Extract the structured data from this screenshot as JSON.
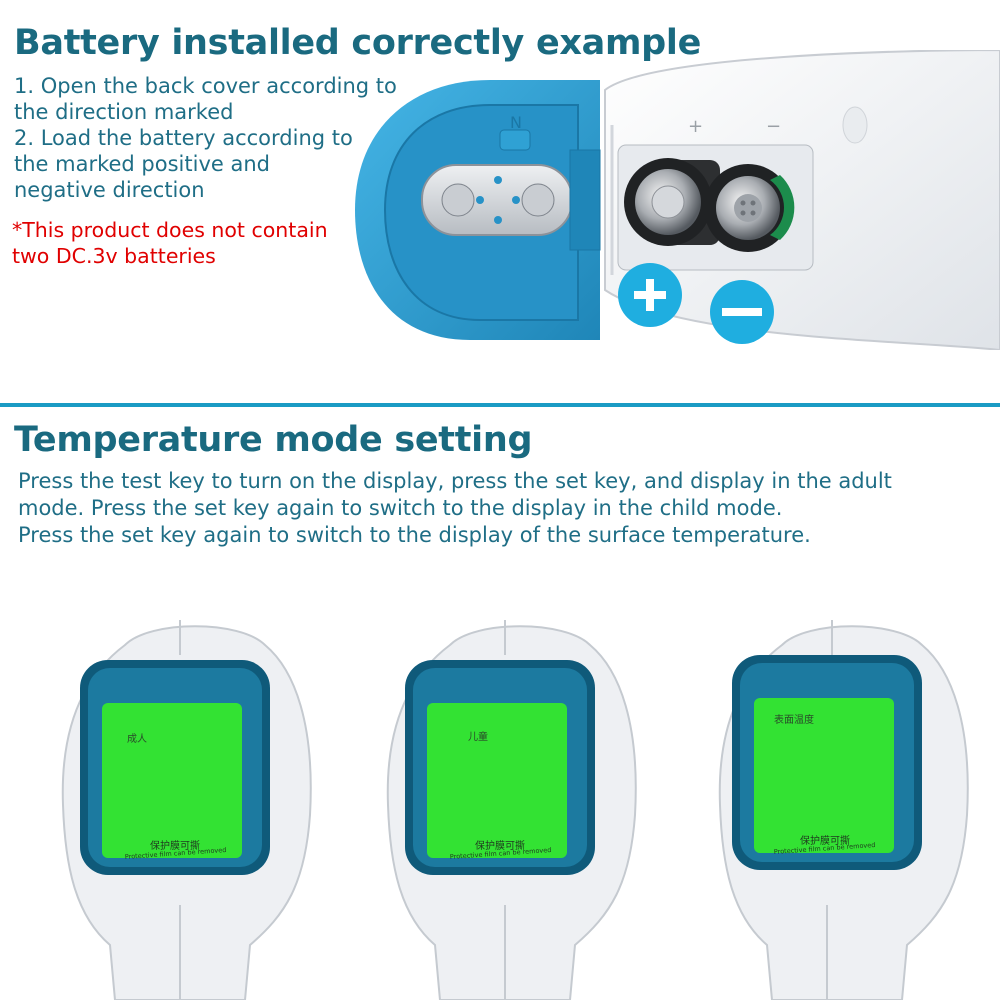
{
  "battery_section": {
    "title": "Battery installed correctly example",
    "steps": [
      "1. Open the back cover according to",
      "the direction marked",
      "2. Load the battery according to",
      "the marked positive and",
      "negative direction"
    ],
    "notice_lines": [
      "*This product does not contain",
      "two DC.3v batteries"
    ],
    "plus_symbol": "+",
    "minus_symbol": "−",
    "cover_marking": "N",
    "compartment_plus": "+",
    "compartment_minus": "−"
  },
  "mode_section": {
    "title": "Temperature mode setting",
    "lines": [
      "Press the test key to turn on the display, press the set key, and display in the adult",
      "mode. Press the set key again to switch to the display in the child mode.",
      "Press the set key again to switch to the display of the surface temperature."
    ]
  },
  "thermometers": [
    {
      "mode_label": "成人",
      "film_label": "保护膜可撕",
      "film_label_en": "Protective film can be removed"
    },
    {
      "mode_label": "儿童",
      "film_label": "保护膜可撕",
      "film_label_en": "Protective film can be removed"
    },
    {
      "mode_label": "表面温度",
      "film_label": "保护膜可撕",
      "film_label_en": "Protective film can be removed"
    }
  ],
  "colors": {
    "title": "#1a6a80",
    "body_text": "#1f6e86",
    "notice_text": "#e00000",
    "divider": "#1a9bc4",
    "battery_cover": "#2b9dd0",
    "lcd_green": "#33e233",
    "lcd_frame": "#0d5675",
    "icon_circle": "#1faee0"
  },
  "icons": {
    "plus": "plus-circle-icon",
    "minus": "minus-circle-icon"
  }
}
